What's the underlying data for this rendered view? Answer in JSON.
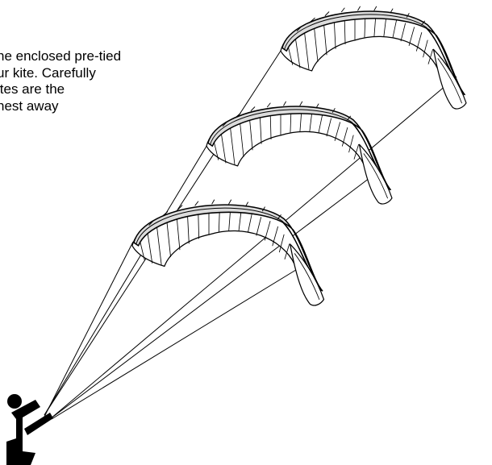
{
  "instructions": {
    "lines": [
      "he enclosed pre-tied",
      "ur kite.  Carefully",
      "ites are the",
      "hest away"
    ]
  },
  "colors": {
    "ink": "#000000",
    "paper": "#ffffff",
    "tube": "#dcdcdc"
  },
  "icons": {
    "person": "kite-flyer-icon",
    "kite": "power-kite-icon"
  }
}
